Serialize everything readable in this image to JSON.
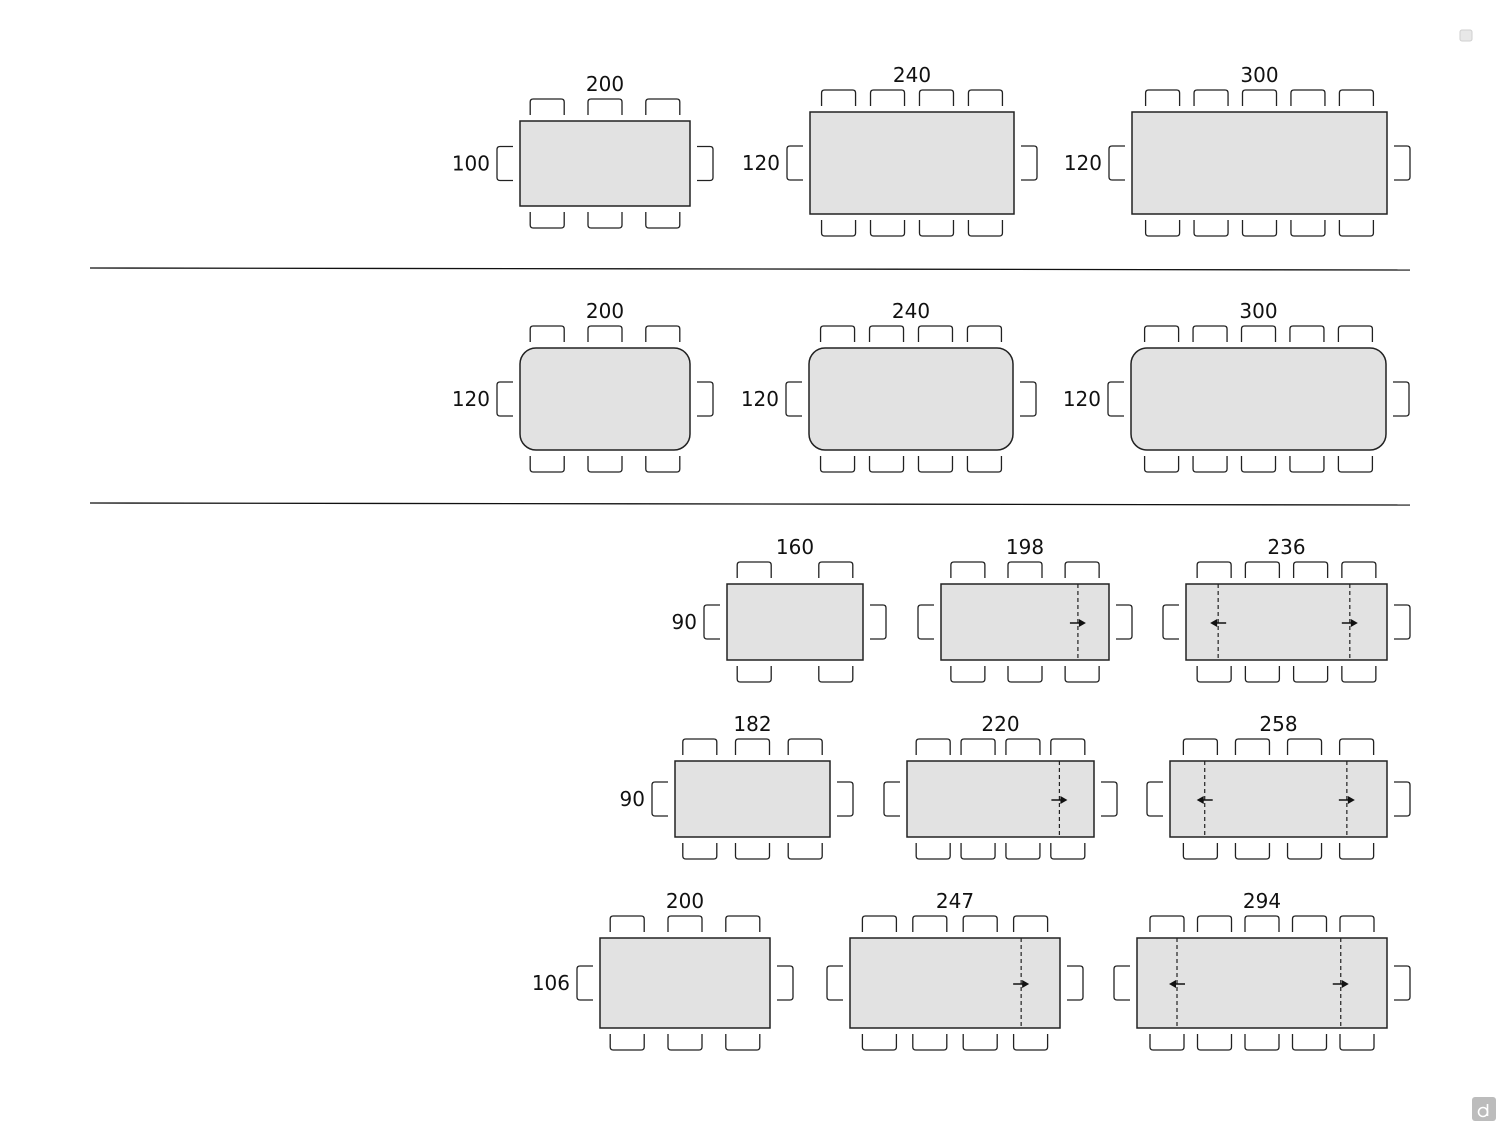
{
  "colors": {
    "tabletop": "#e2e2e2",
    "stroke": "#222222",
    "text": "#111111",
    "background": "#ffffff"
  },
  "rows": [
    {
      "shape": "rectangular",
      "tables": [
        {
          "length": "200",
          "width": "100",
          "chairs_side": 3,
          "extensions": "none"
        },
        {
          "length": "240",
          "width": "120",
          "chairs_side": 4,
          "extensions": "none"
        },
        {
          "length": "300",
          "width": "120",
          "chairs_side": 5,
          "extensions": "none"
        }
      ]
    },
    {
      "shape": "rounded",
      "tables": [
        {
          "length": "200",
          "width": "120",
          "chairs_side": 3,
          "extensions": "none"
        },
        {
          "length": "240",
          "width": "120",
          "chairs_side": 4,
          "extensions": "none"
        },
        {
          "length": "300",
          "width": "120",
          "chairs_side": 5,
          "extensions": "none"
        }
      ]
    },
    {
      "shape": "extendable",
      "tables": [
        {
          "length": "160",
          "width": "90",
          "chairs_side": 2,
          "extensions": "none"
        },
        {
          "length": "198",
          "width": "",
          "chairs_side": 3,
          "extensions": "right"
        },
        {
          "length": "236",
          "width": "",
          "chairs_side": 4,
          "extensions": "both"
        }
      ]
    },
    {
      "shape": "extendable",
      "tables": [
        {
          "length": "182",
          "width": "90",
          "chairs_side": 3,
          "extensions": "none"
        },
        {
          "length": "220",
          "width": "",
          "chairs_side": 4,
          "extensions": "right"
        },
        {
          "length": "258",
          "width": "",
          "chairs_side": 4,
          "extensions": "both"
        }
      ]
    },
    {
      "shape": "extendable",
      "tables": [
        {
          "length": "200",
          "width": "106",
          "chairs_side": 3,
          "extensions": "none"
        },
        {
          "length": "247",
          "width": "",
          "chairs_side": 4,
          "extensions": "right"
        },
        {
          "length": "294",
          "width": "",
          "chairs_side": 5,
          "extensions": "both"
        }
      ]
    }
  ],
  "icons": {
    "corner_top": "square-icon",
    "corner_bottom": "logo-d-icon",
    "extension": "arrow-icon"
  }
}
